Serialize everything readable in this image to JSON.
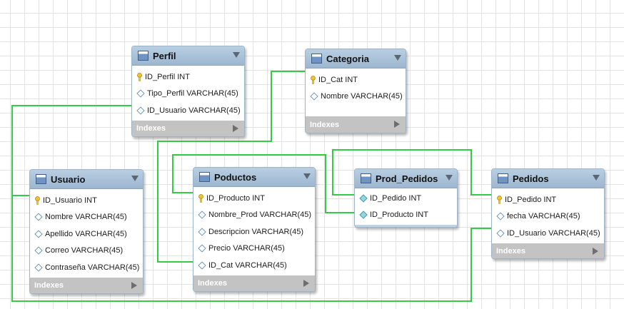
{
  "indexes_label": "Indexes",
  "colors": {
    "relation_line": "#33cc44",
    "header": "#a8c1d9",
    "footer": "#c3c3c3",
    "key_icon": "#f2c230",
    "fk_icon": "#8fd8e0"
  },
  "tables": {
    "perfil": {
      "name": "Perfil",
      "columns": [
        {
          "text": "ID_Perfil INT",
          "icon": "key-icon"
        },
        {
          "text": "Tipo_Perfil VARCHAR(45)",
          "icon": "column-diamond-icon"
        },
        {
          "text": "ID_Usuario VARCHAR(45)",
          "icon": "column-diamond-icon"
        }
      ]
    },
    "categoria": {
      "name": "Categoria",
      "columns": [
        {
          "text": "ID_Cat INT",
          "icon": "key-icon"
        },
        {
          "text": "Nombre VARCHAR(45)",
          "icon": "column-diamond-icon"
        }
      ]
    },
    "usuario": {
      "name": "Usuario",
      "columns": [
        {
          "text": "ID_Usuario INT",
          "icon": "key-icon"
        },
        {
          "text": "Nombre VARCHAR(45)",
          "icon": "column-diamond-icon"
        },
        {
          "text": "Apellido VARCHAR(45)",
          "icon": "column-diamond-icon"
        },
        {
          "text": "Correo VARCHAR(45)",
          "icon": "column-diamond-icon"
        },
        {
          "text": "Contraseña VARCHAR(45)",
          "icon": "column-diamond-icon"
        }
      ]
    },
    "poductos": {
      "name": "Poductos",
      "columns": [
        {
          "text": "ID_Producto INT",
          "icon": "key-icon"
        },
        {
          "text": "Nombre_Prod VARCHAR(45)",
          "icon": "column-diamond-icon"
        },
        {
          "text": "Descripcion VARCHAR(45)",
          "icon": "column-diamond-icon"
        },
        {
          "text": "Precio VARCHAR(45)",
          "icon": "column-diamond-icon"
        },
        {
          "text": "ID_Cat VARCHAR(45)",
          "icon": "column-diamond-icon"
        }
      ]
    },
    "prod_pedidos": {
      "name": "Prod_Pedidos",
      "columns": [
        {
          "text": "ID_Pedido INT",
          "icon": "foreign-key-diamond-icon"
        },
        {
          "text": "ID_Producto INT",
          "icon": "foreign-key-diamond-icon"
        }
      ]
    },
    "pedidos": {
      "name": "Pedidos",
      "columns": [
        {
          "text": "ID_Pedido INT",
          "icon": "key-icon"
        },
        {
          "text": "fecha VARCHAR(45)",
          "icon": "column-diamond-icon"
        },
        {
          "text": "ID_Usuario VARCHAR(45)",
          "icon": "column-diamond-icon"
        }
      ]
    }
  }
}
